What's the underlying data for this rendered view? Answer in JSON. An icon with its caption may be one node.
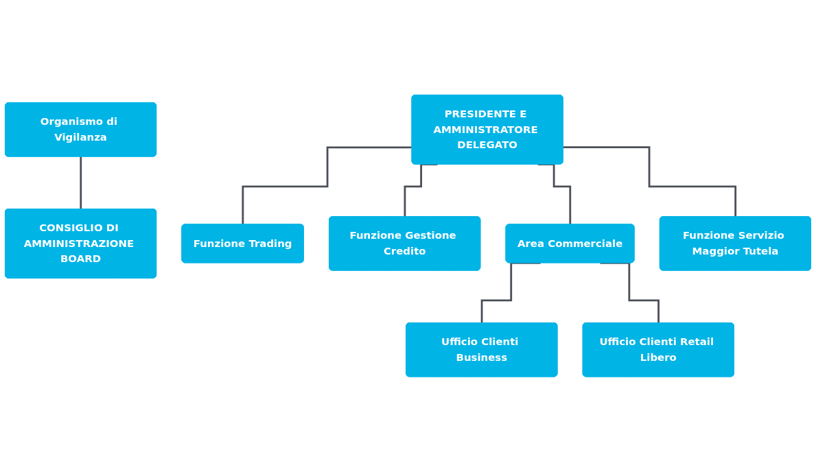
{
  "diagram": {
    "nodes": [
      {
        "text": [
          "Organismo di Vigilanza"
        ]
      },
      {
        "text": [
          "CONSIGLIO DI AMMINISTRAZIONE BOARD"
        ]
      },
      {
        "text": [
          "PRESIDENTE E AMMINISTRATORE DELEGATO"
        ]
      },
      {
        "text": [
          "Funzione Trading"
        ]
      },
      {
        "text": [
          "Funzione Gestione Credito"
        ]
      },
      {
        "text": [
          "Area Commerciale"
        ]
      },
      {
        "text": [
          "Funzione Servizio Maggior Tutela"
        ]
      },
      {
        "text": [
          "Ufficio Clienti Business"
        ]
      },
      {
        "text": [
          "Ufficio Clienti Retail Libero"
        ]
      }
    ],
    "edges": [
      {
        "from": 0,
        "to": 1,
        "arrow": "none"
      },
      {
        "from": 2,
        "to": 3,
        "arrow": "none"
      },
      {
        "from": 2,
        "to": 4,
        "arrow": "none"
      },
      {
        "from": 2,
        "to": 5,
        "arrow": "none"
      },
      {
        "from": 2,
        "to": 6,
        "arrow": "none"
      },
      {
        "from": 5,
        "to": 7,
        "arrow": "none"
      },
      {
        "from": 5,
        "to": 8,
        "arrow": "none"
      }
    ]
  }
}
